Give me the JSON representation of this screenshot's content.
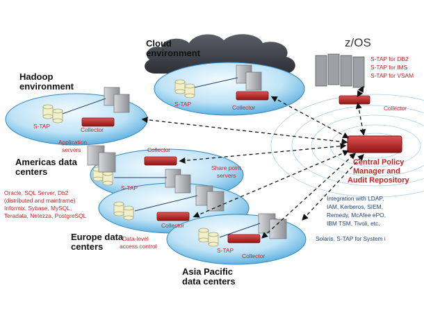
{
  "labels": {
    "cloud_env": [
      "Cloud",
      "environment"
    ],
    "hadoop_env": [
      "Hadoop",
      "environment"
    ],
    "americas": [
      "Americas data",
      "centers"
    ],
    "europe": [
      "Europe data",
      "centers"
    ],
    "asia": [
      "Asia Pacific",
      "data centers"
    ],
    "zos": "z/OS",
    "zos_taps": [
      "S-TAP for DB2",
      "S-TAP for IMS",
      "S-TAP for VSAM"
    ],
    "stap": "S-TAP",
    "collector": "Collector",
    "application_servers": [
      "Application",
      "servers"
    ],
    "share_point_servers": [
      "Share point",
      "servers"
    ],
    "central": [
      "Central Policy",
      "Manager   and",
      "Audit Repository"
    ],
    "databases": [
      "Oracle, SQL Server, Db2",
      "(distributed and mainframe)",
      "Informix, Sybase, MySQL,",
      "Teradata, Netezza, PostgreSQL"
    ],
    "data_level": [
      "Data-level",
      "access control"
    ],
    "integration": [
      "Integration with LDAP,",
      "IAM, Kerberos, SIEM,",
      "Remedy, McAfee ePO,",
      "IBM TSM, Tivoli, etc."
    ],
    "solaris": "Solaris, S-TAP for System i"
  },
  "colors": {
    "disk_light": "#dff1fb",
    "disk_dark": "#3a9fd8",
    "accent_red": "#cc1f1f",
    "title_text": "#111111"
  }
}
